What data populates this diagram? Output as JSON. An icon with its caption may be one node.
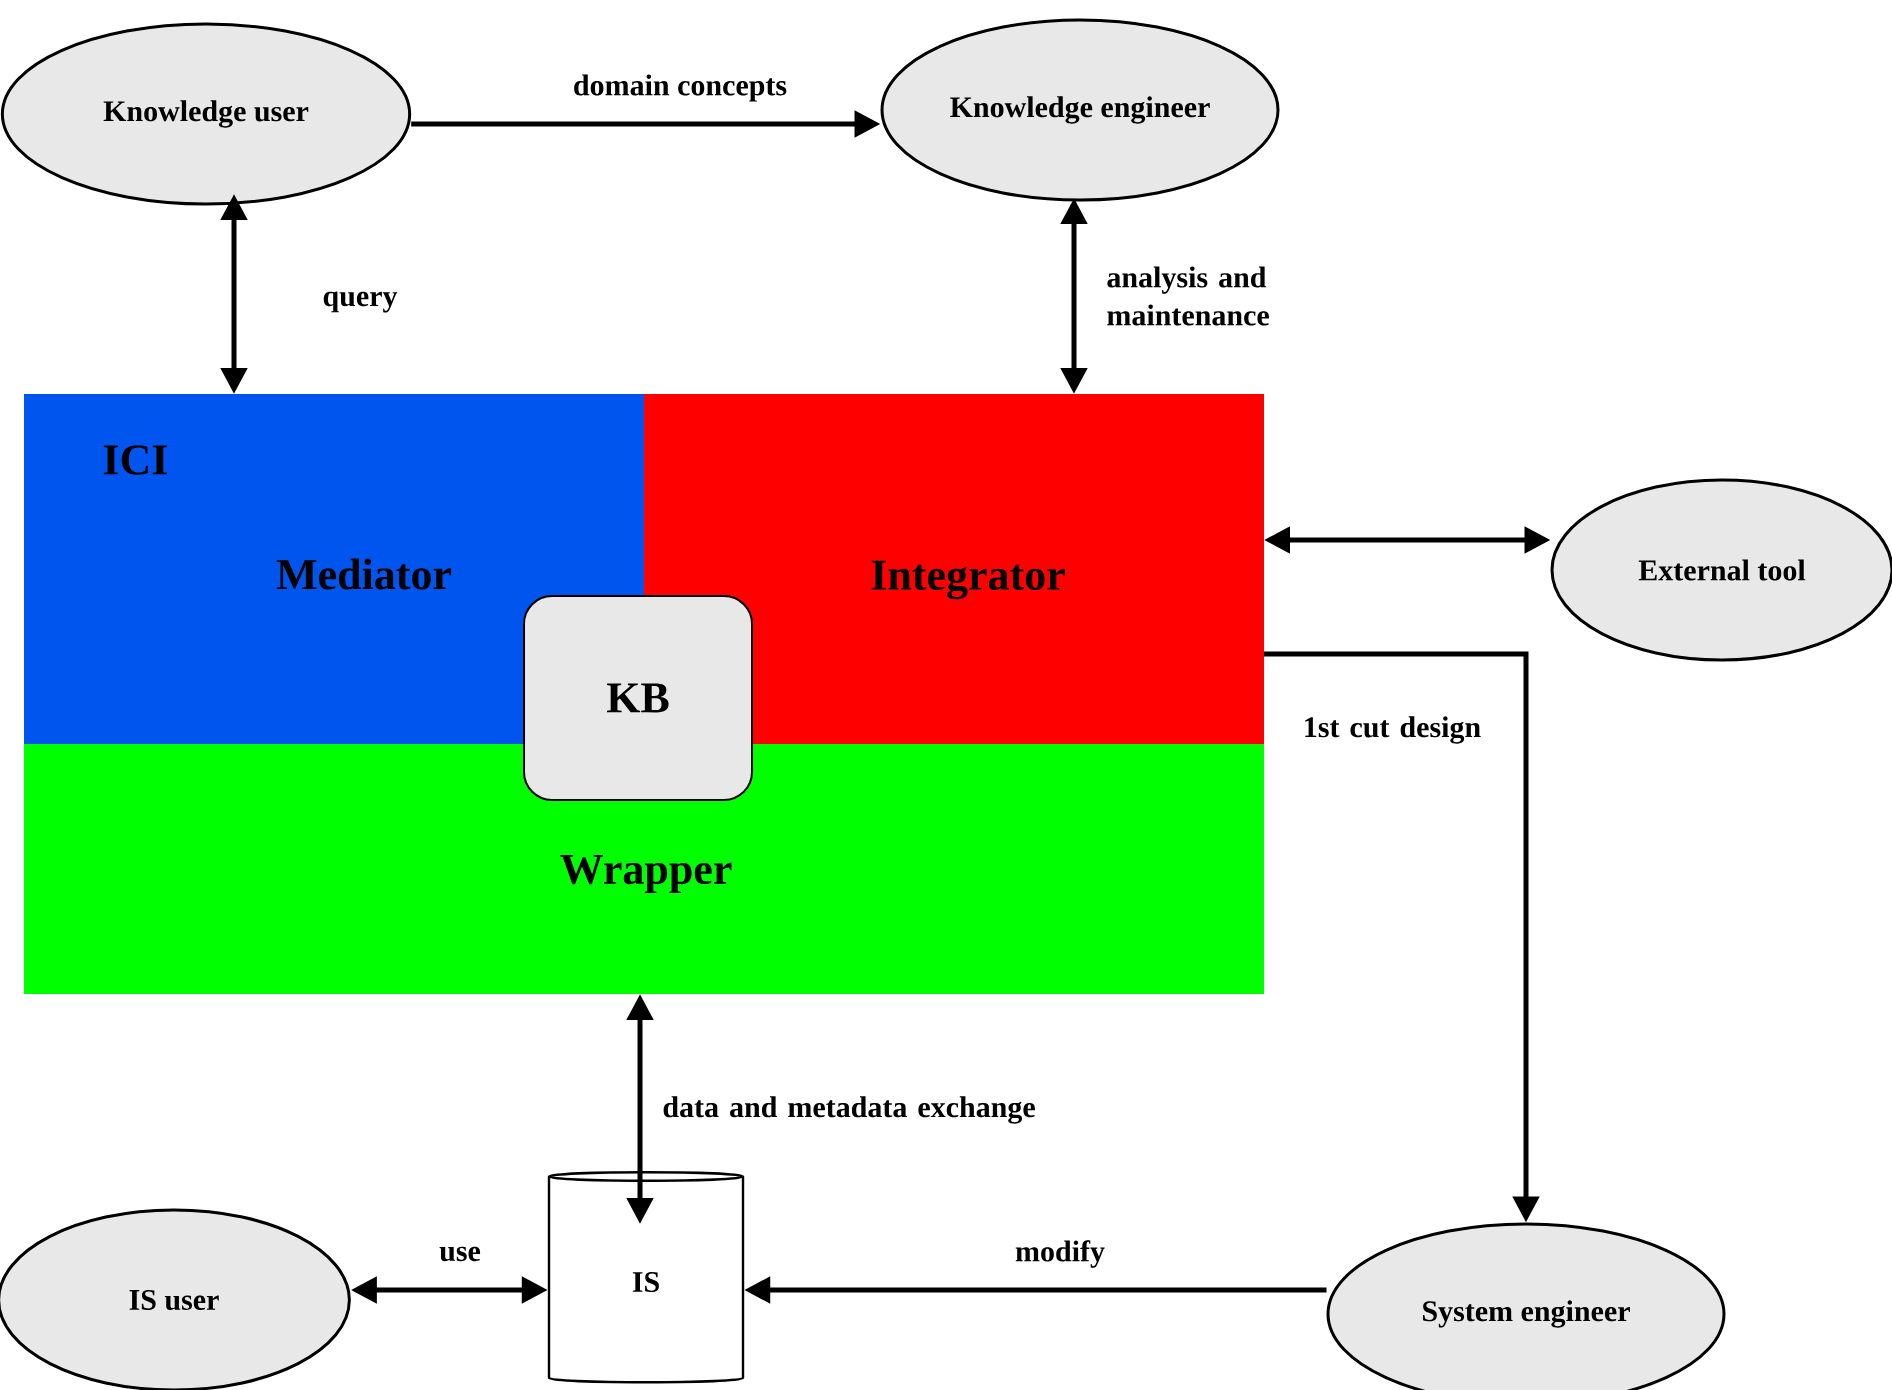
{
  "diagram": {
    "nodes": [
      {
        "text": [
          "Knowledge user"
        ]
      },
      {
        "text": [
          "Knowledge engineer"
        ]
      },
      {
        "text": [
          "ICI",
          "Mediator"
        ]
      },
      {
        "text": [
          "Integrator"
        ]
      },
      {
        "text": [
          "Wrapper"
        ]
      },
      {
        "text": [
          "KB"
        ]
      },
      {
        "text": [
          "External tool"
        ]
      },
      {
        "text": [
          "IS user"
        ]
      },
      {
        "text": [
          "IS"
        ]
      },
      {
        "text": [
          "System engineer"
        ]
      }
    ],
    "edges": [
      {
        "from": 0,
        "to": 1,
        "arrow": "to",
        "label": "domain concepts"
      },
      {
        "from": 0,
        "to": 2,
        "arrow": "both",
        "label": "query"
      },
      {
        "from": 1,
        "to": 3,
        "arrow": "both",
        "label": "analysis and maintenance"
      },
      {
        "from": 3,
        "to": 6,
        "arrow": "both"
      },
      {
        "from": 3,
        "to": 9,
        "arrow": "to",
        "label": "1st cut design"
      },
      {
        "from": 4,
        "to": 8,
        "arrow": "both",
        "label": "data and metadata exchange"
      },
      {
        "from": 7,
        "to": 8,
        "arrow": "both",
        "label": "use"
      },
      {
        "from": 9,
        "to": 8,
        "arrow": "to",
        "label": "modify"
      }
    ]
  }
}
